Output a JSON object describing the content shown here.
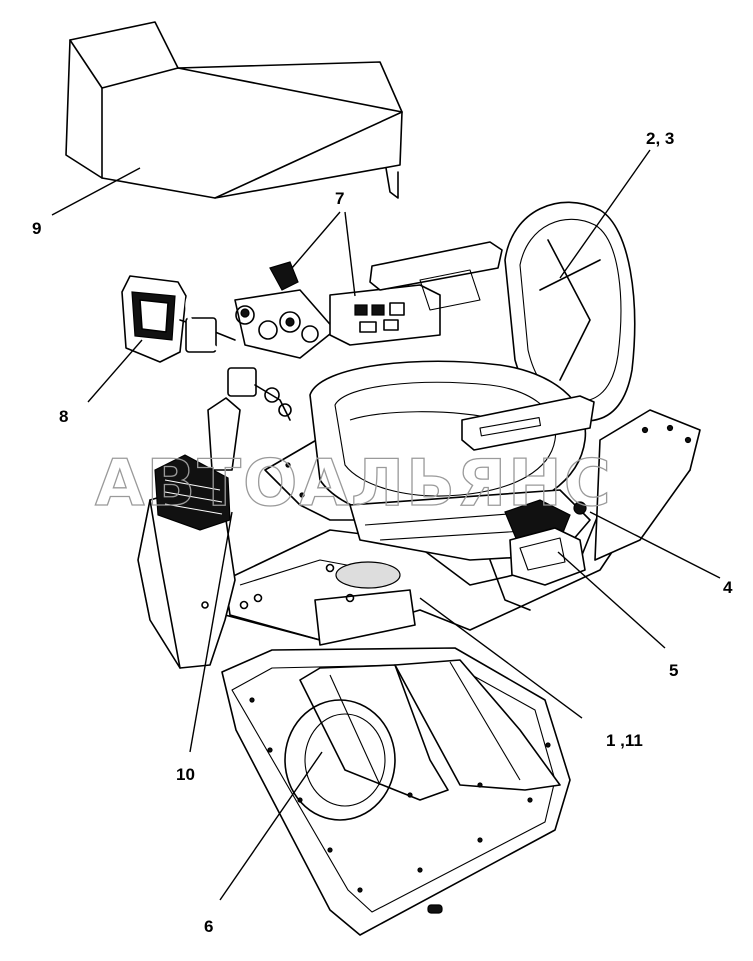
{
  "callouts": {
    "c9": "9",
    "c7": "7",
    "c23": "2, 3",
    "c8": "8",
    "c4": "4",
    "c5": "5",
    "c1_11": "1 ,11",
    "c10": "10",
    "c6": "6"
  },
  "watermark": "АВТОАЛЬЯНС"
}
